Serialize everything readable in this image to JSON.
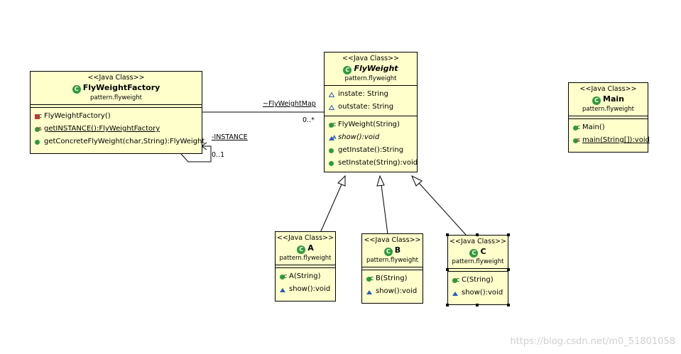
{
  "stereotype": "<<Java Class>>",
  "classes": {
    "factory": {
      "name": "FlyWeightFactory",
      "package": "pattern.flyweight",
      "methods": [
        "FlyWeightFactory()",
        "getINSTANCE():FlyWeightFactory",
        "getConcreteFlyWeight(char,String):FlyWeight"
      ]
    },
    "flyweight": {
      "name": "FlyWeight",
      "package": "pattern.flyweight",
      "fields": [
        "instate: String",
        "outstate: String"
      ],
      "methods": [
        "FlyWeight(String)",
        "show():void",
        "getInstate():String",
        "setInstate(String):void"
      ]
    },
    "main": {
      "name": "Main",
      "package": "pattern.flyweight",
      "methods": [
        "Main()",
        "main(String[]):void"
      ]
    },
    "a": {
      "name": "A",
      "package": "pattern.flyweight",
      "methods": [
        "A(String)",
        "show():void"
      ]
    },
    "b": {
      "name": "B",
      "package": "pattern.flyweight",
      "methods": [
        "B(String)",
        "show():void"
      ]
    },
    "c": {
      "name": "C",
      "package": "pattern.flyweight",
      "methods": [
        "C(String)",
        "show():void"
      ]
    }
  },
  "associations": {
    "map_label": "~FlyWeightMap",
    "map_multiplicity": "0..*",
    "instance_label": "-INSTANCE",
    "instance_multiplicity": "0..1"
  },
  "class_icon": "C",
  "watermark": "https://blog.csdn.net/m0_51801058"
}
